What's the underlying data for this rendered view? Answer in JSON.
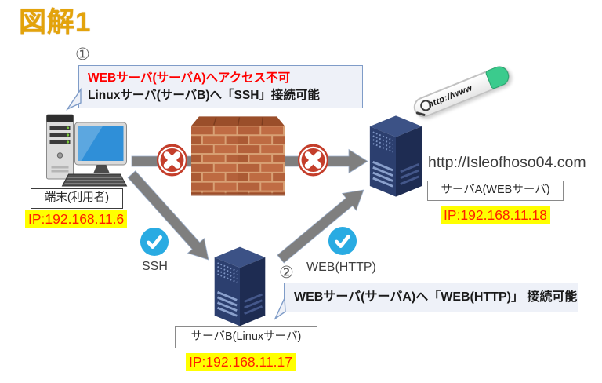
{
  "title": "図解1",
  "annotations": {
    "callout1": {
      "number": "①",
      "line1": "WEBサーバ(サーバA)へアクセス不可",
      "line2": "Linuxサーバ(サーバB)へ「SSH」接続可能"
    },
    "callout2": {
      "number": "②",
      "text": "WEBサーバ(サーバA)へ「WEB(HTTP)」 接続可能"
    }
  },
  "nodes": {
    "client": {
      "label": "端末(利用者)",
      "ip": "IP:192.168.11.6"
    },
    "server_a": {
      "label": "サーバA(WEBサーバ)",
      "ip": "IP:192.168.11.18",
      "url": "http://Isleofhoso04.com"
    },
    "server_b": {
      "label": "サーバB(Linuxサーバ)",
      "ip": "IP:192.168.11.17"
    }
  },
  "connections": {
    "client_to_server_a": {
      "status": "blocked"
    },
    "client_to_server_b": {
      "label": "SSH",
      "status": "allowed"
    },
    "server_b_to_server_a": {
      "label": "WEB(HTTP)",
      "status": "allowed"
    }
  },
  "icons": {
    "url_bar_text": "http://www"
  },
  "colors": {
    "title": "#E3A30B",
    "ip_text": "#FF1F00",
    "ip_highlight": "#FFFF00",
    "blocked_badge": "#C43E2B",
    "allowed_badge": "#29ABE2",
    "callout_bg": "#EEF1F8",
    "callout_border": "#7F9CC8",
    "arrow": "#7F7F7F",
    "callout1_alert": "#FF0000",
    "server_body": "#2C3F6F"
  }
}
